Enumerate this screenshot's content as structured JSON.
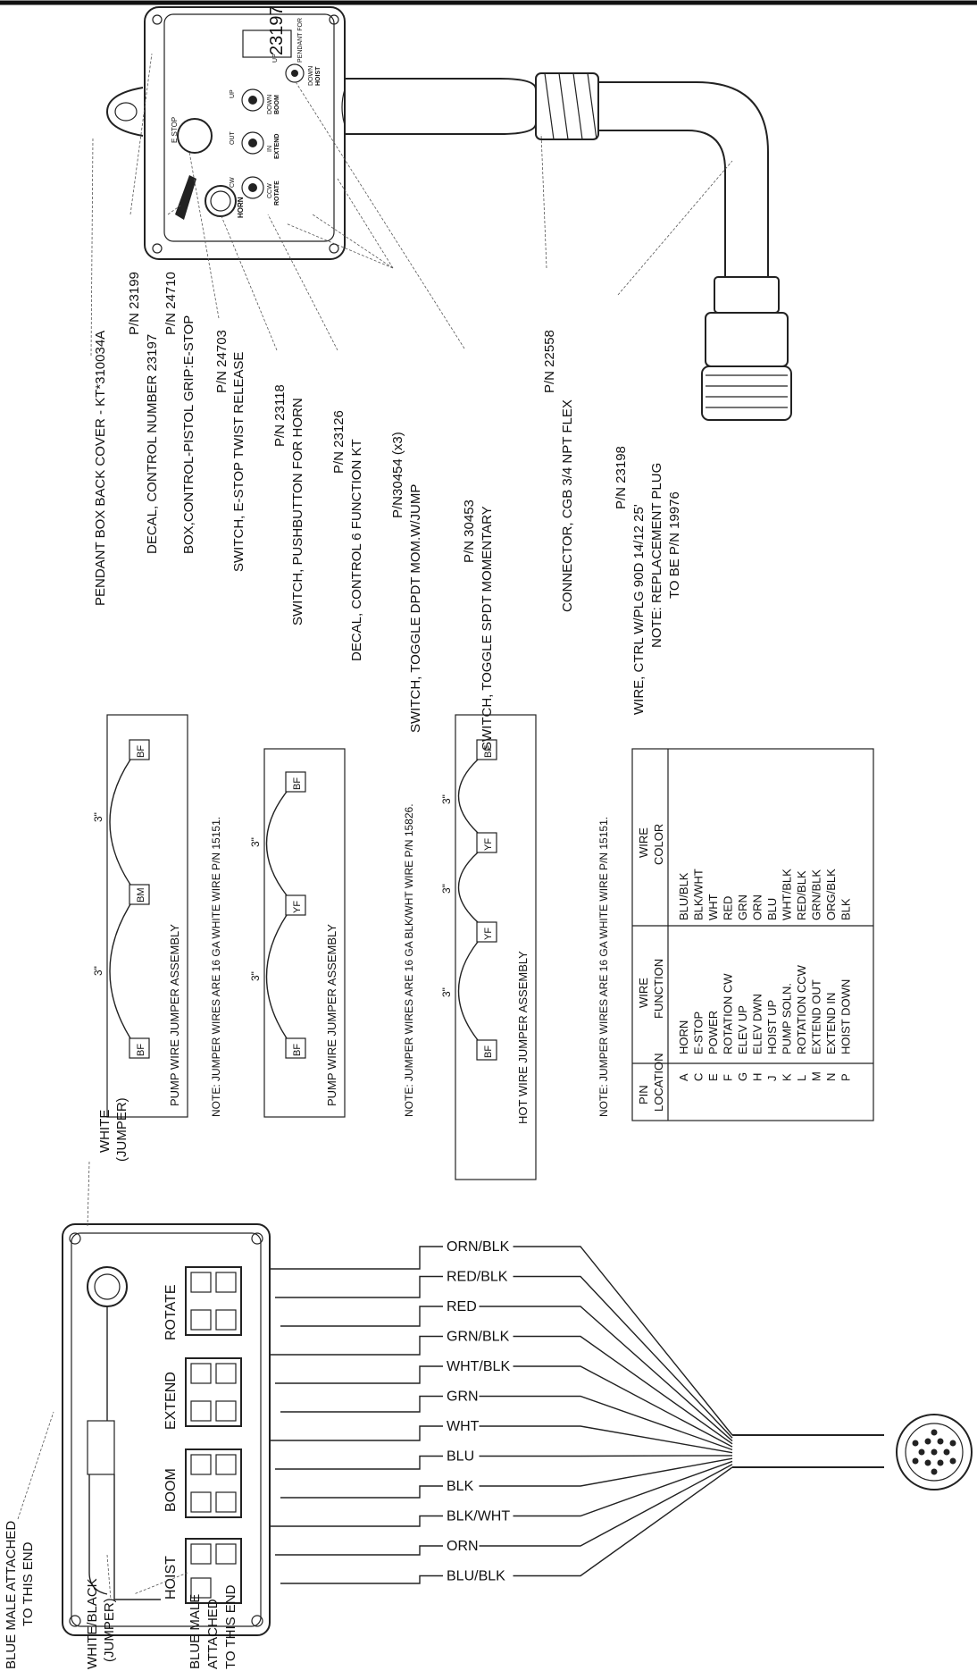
{
  "parts_callouts": [
    "PENDANT BOX BACK COVER - KT*310034A",
    "P/N 23199",
    "DECAL, CONTROL NUMBER 23197",
    "P/N 24710",
    "BOX,CONTROL-PISTOL GRIP:E-STOP",
    "P/N 24703",
    "SWITCH, E-STOP TWIST RELEASE",
    "P/N 23118",
    "SWITCH, PUSHBUTTON FOR HORN",
    "P/N 23126",
    "DECAL, CONTROL 6 FUNCTION KT",
    "P/N30454 (x3)",
    "SWITCH, TOGGLE DPDT MOM.W/JUMP",
    "P/N 30453",
    "SWITCH, TOGGLE SPDT MOMENTARY",
    "P/N 22558",
    "CONNECTOR, CGB 3/4 NPT FLEX",
    "P/N 23198",
    "WIRE, CTRL W/PLG 90D 14/12 25'",
    "NOTE:  REPLACEMENT PLUG",
    "TO BE P/N  19976"
  ],
  "pendant": {
    "decal_number": "23197",
    "decal_small_text": "PENDANT FOR",
    "estop_label": "E STOP",
    "horn_label": "HORN",
    "switches": [
      {
        "top": "UP",
        "bottom": "DOWN",
        "name": "HOIST"
      },
      {
        "top": "UP",
        "bottom": "DOWN",
        "name": "BOOM"
      },
      {
        "top": "OUT",
        "bottom": "IN",
        "name": "EXTEND"
      },
      {
        "top": "CW",
        "bottom": "CCW",
        "name": "ROTATE"
      }
    ]
  },
  "jumpers": [
    {
      "title": "PUMP WIRE JUMPER ASSEMBLY",
      "connectors": [
        "BF",
        "BM",
        "BF"
      ],
      "lengths": [
        "3\"",
        "3\""
      ],
      "note": "NOTE:  JUMPER WIRES ARE 16 GA WHITE WIRE P/N 15151."
    },
    {
      "title": "PUMP WIRE JUMPER ASSEMBLY",
      "connectors": [
        "BF",
        "YF",
        "BF"
      ],
      "lengths": [
        "3\"",
        "3\""
      ],
      "note": "NOTE:  JUMPER WIRES ARE 16 GA BLK/WHT  WIRE P/N 15826."
    },
    {
      "title": "HOT WIRE JUMPER ASSEMBLY",
      "connectors": [
        "BF",
        "YF",
        "YF",
        "BF"
      ],
      "lengths": [
        "3\"",
        "3\"",
        "3\""
      ],
      "note": "NOTE:  JUMPER WIRES ARE 16 GA WHITE WIRE P/N 15151."
    }
  ],
  "pin_table": {
    "headers": {
      "pin": [
        "PIN",
        "LOCATION"
      ],
      "function": [
        "WIRE",
        "FUNCTION"
      ],
      "color": [
        "WIRE",
        "COLOR"
      ]
    },
    "rows": [
      {
        "pin": "A",
        "function": "HORN",
        "color": "BLU/BLK"
      },
      {
        "pin": "C",
        "function": "E-STOP",
        "color": "BLK/WHT"
      },
      {
        "pin": "E",
        "function": "POWER",
        "color": "WHT"
      },
      {
        "pin": "F",
        "function": "ROTATION CW",
        "color": "RED"
      },
      {
        "pin": "G",
        "function": "ELEV UP",
        "color": "GRN"
      },
      {
        "pin": "H",
        "function": "ELEV DWN",
        "color": "ORN"
      },
      {
        "pin": "J",
        "function": "HOIST UP",
        "color": "BLU"
      },
      {
        "pin": "K",
        "function": "PUMP SOLN.",
        "color": "WHT/BLK"
      },
      {
        "pin": "L",
        "function": "ROTATION CCW",
        "color": "RED/BLK"
      },
      {
        "pin": "M",
        "function": "EXTEND OUT",
        "color": "GRN/BLK"
      },
      {
        "pin": "N",
        "function": "EXTEND IN",
        "color": "ORG/BLK"
      },
      {
        "pin": "P",
        "function": "HOIST DOWN",
        "color": "BLK"
      }
    ]
  },
  "wiring": {
    "wire_colors": [
      "ORN/BLK",
      "RED/BLK",
      "RED",
      "GRN/BLK",
      "WHT/BLK",
      "GRN",
      "WHT",
      "BLU",
      "BLK",
      "BLK/WHT",
      "ORN",
      "BLU/BLK"
    ],
    "switch_labels": [
      "ROTATE",
      "EXTEND",
      "BOOM",
      "HOIST"
    ],
    "annotations": [
      {
        "lines": [
          "WHITE",
          "(JUMPER)"
        ]
      },
      {
        "lines": [
          "BLUE MALE ATTACHED",
          "TO THIS END"
        ]
      },
      {
        "lines": [
          "WHITE/BLACK",
          "(JUMPER)"
        ]
      },
      {
        "lines": [
          "BLUE MALE",
          "ATTACHED",
          "TO THIS END"
        ]
      }
    ]
  }
}
